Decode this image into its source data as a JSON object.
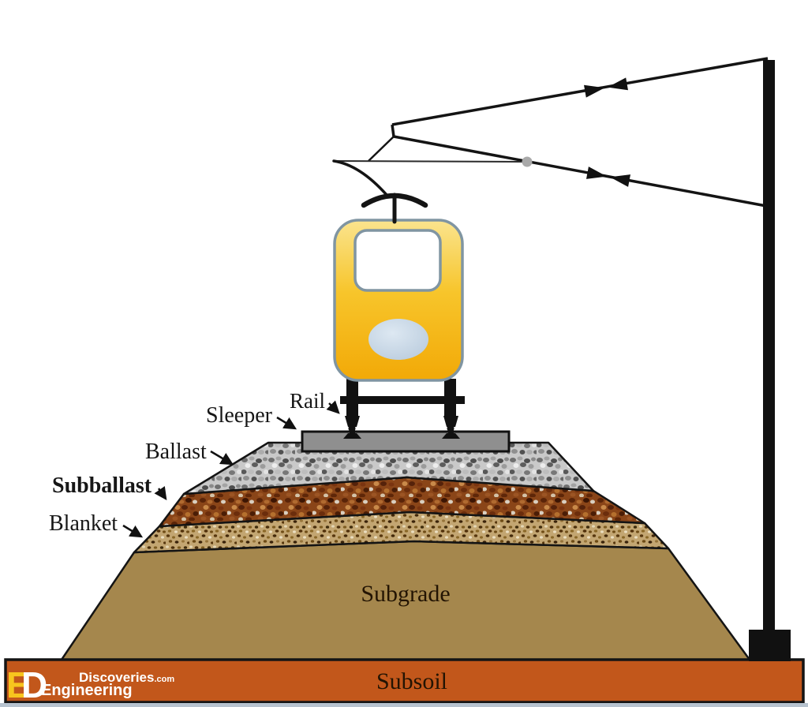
{
  "labels": {
    "rail": "Rail",
    "sleeper": "Sleeper",
    "ballast": "Ballast",
    "subballast": "Subballast",
    "blanket": "Blanket",
    "subgrade": "Subgrade",
    "subsoil": "Subsoil"
  },
  "logo": {
    "monogram_e": "E",
    "monogram_d": "D",
    "line1": "Discoveries",
    "line1_suffix": ".com",
    "line2": "Engineering"
  },
  "colors": {
    "train_body_gold": "#F6C02A",
    "train_outline": "#8095A2",
    "headlight_blue": "#C5D4E4",
    "sleeper_gray": "#8F8F8F",
    "ballast_base": "#C9C9C9",
    "subballast_base": "#8A4518",
    "blanket_base": "#C3A672",
    "subgrade_brown": "#A5874D",
    "subsoil_orange": "#C2571B",
    "logo_yellow": "#F7C51E",
    "wire_black": "#141414"
  }
}
